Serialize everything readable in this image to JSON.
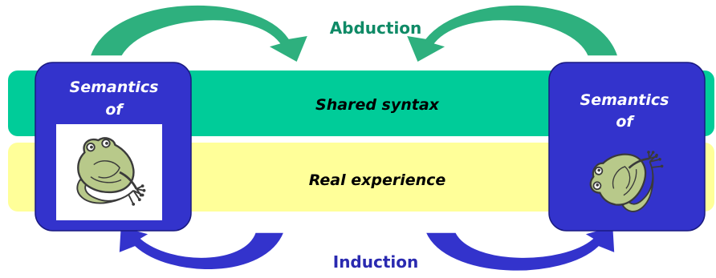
{
  "colors": {
    "syntax_band": "#00cc99",
    "experience_band": "#ffff99",
    "box_fill": "#3333cc",
    "abduction_arrow": "#2eb07e",
    "induction_arrow": "#3333cc",
    "abduction_text": "#0f8a66",
    "induction_text": "#2a2ab0",
    "frog_fill": "#b8c98a",
    "frog_stroke": "#3a3a3a"
  },
  "bands": {
    "syntax_label": "Shared syntax",
    "experience_label": "Real experience"
  },
  "left_box": {
    "line1": "Semantics",
    "line2": "of",
    "image_icon": "frog-icon"
  },
  "right_box": {
    "line1": "Semantics",
    "line2": "of",
    "image_icon": "frog-icon"
  },
  "arrows": {
    "abduction_label": "Abduction",
    "induction_label": "Induction"
  }
}
